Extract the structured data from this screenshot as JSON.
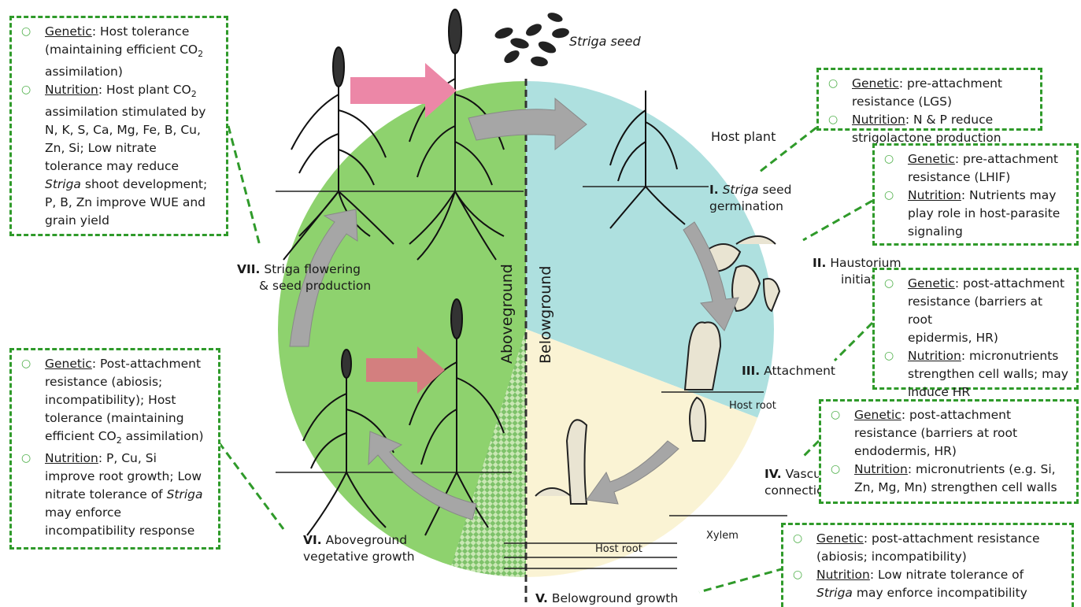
{
  "seed_label": "Striga seed",
  "host_plant_label": "Host plant",
  "host_root_1": "Host root",
  "host_root_2": "Host root",
  "xylem_label": "Xylem",
  "axis": {
    "above": "Aboveground",
    "below": "Belowground"
  },
  "stages": [
    {
      "num": "I.",
      "text1": "Striga",
      "text2": " seed",
      "text3": "germination"
    },
    {
      "num": "II.",
      "text1": "Haustorium",
      "text2": "initiation"
    },
    {
      "num": "III.",
      "text1": "Attachment"
    },
    {
      "num": "IV.",
      "text1": "Vascular",
      "text2": "connection"
    },
    {
      "num": "V.",
      "text1": "Belowground growth"
    },
    {
      "num": "VI.",
      "text1": "Aboveground",
      "text2": "vegetative growth"
    },
    {
      "num": "VII.",
      "text1": "Striga flowering",
      "text2": "& seed production"
    }
  ],
  "boxes": {
    "top_left": {
      "g_key": "Genetic",
      "g_lines": [
        ": Host tolerance",
        "(maintaining efficient CO",
        "2",
        "assimilation)"
      ],
      "n_key": "Nutrition",
      "n_lines": [
        ": Host plant CO",
        "2",
        "assimilation stimulated by",
        "N, K, S, Ca, Mg, Fe, B, Cu,",
        "Zn, Si; Low nitrate",
        "tolerance may reduce",
        "Striga",
        " shoot development;",
        "P, B, Zn improve WUE and",
        "grain yield"
      ]
    },
    "top_right": {
      "g_key": "Genetic",
      "g_lines": [
        ": pre-attachment",
        "resistance (LGS)"
      ],
      "n_key": "Nutrition",
      "n_lines": [
        ": N & P reduce",
        "strigolactone production"
      ]
    },
    "right_2": {
      "g_key": "Genetic",
      "g_lines": [
        ": pre-attachment",
        "resistance (LHIF)"
      ],
      "n_key": "Nutrition",
      "n_lines": [
        ": Nutrients may",
        "play role in host-parasite",
        "signaling"
      ]
    },
    "right_3": {
      "g_key": "Genetic",
      "g_lines": [
        ": post-attachment",
        "resistance (barriers at root",
        "epidermis, HR)"
      ],
      "n_key": "Nutrition",
      "n_lines": [
        ": micronutrients",
        "strengthen cell walls; may",
        "induce HR"
      ]
    },
    "right_4": {
      "g_key": "Genetic",
      "g_lines": [
        ": post-attachment",
        "resistance (barriers at root",
        "endodermis, HR)"
      ],
      "n_key": "Nutrition",
      "n_lines": [
        ": micronutrients (e.g. Si,",
        "Zn, Mg, Mn) strengthen cell walls"
      ]
    },
    "bottom_right": {
      "g_key": "Genetic",
      "g_lines": [
        ": post-attachment resistance",
        "(abiosis; incompatibility)"
      ],
      "n_key": "Nutrition",
      "n_lines": [
        ": Low nitrate tolerance of",
        "Striga",
        " may enforce incompatibility"
      ]
    },
    "bottom_left": {
      "g_key": "Genetic",
      "g_lines": [
        ": Post-attachment",
        "resistance (abiosis;",
        "incompatibility); Host",
        "tolerance (maintaining",
        "efficient CO",
        "2",
        " assimilation)"
      ],
      "n_key": "Nutrition",
      "n_lines": [
        ": P, Cu, Si",
        "improve root growth; Low",
        "nitrate tolerance of ",
        "Striga",
        "may enforce",
        "incompatibility response"
      ]
    }
  }
}
